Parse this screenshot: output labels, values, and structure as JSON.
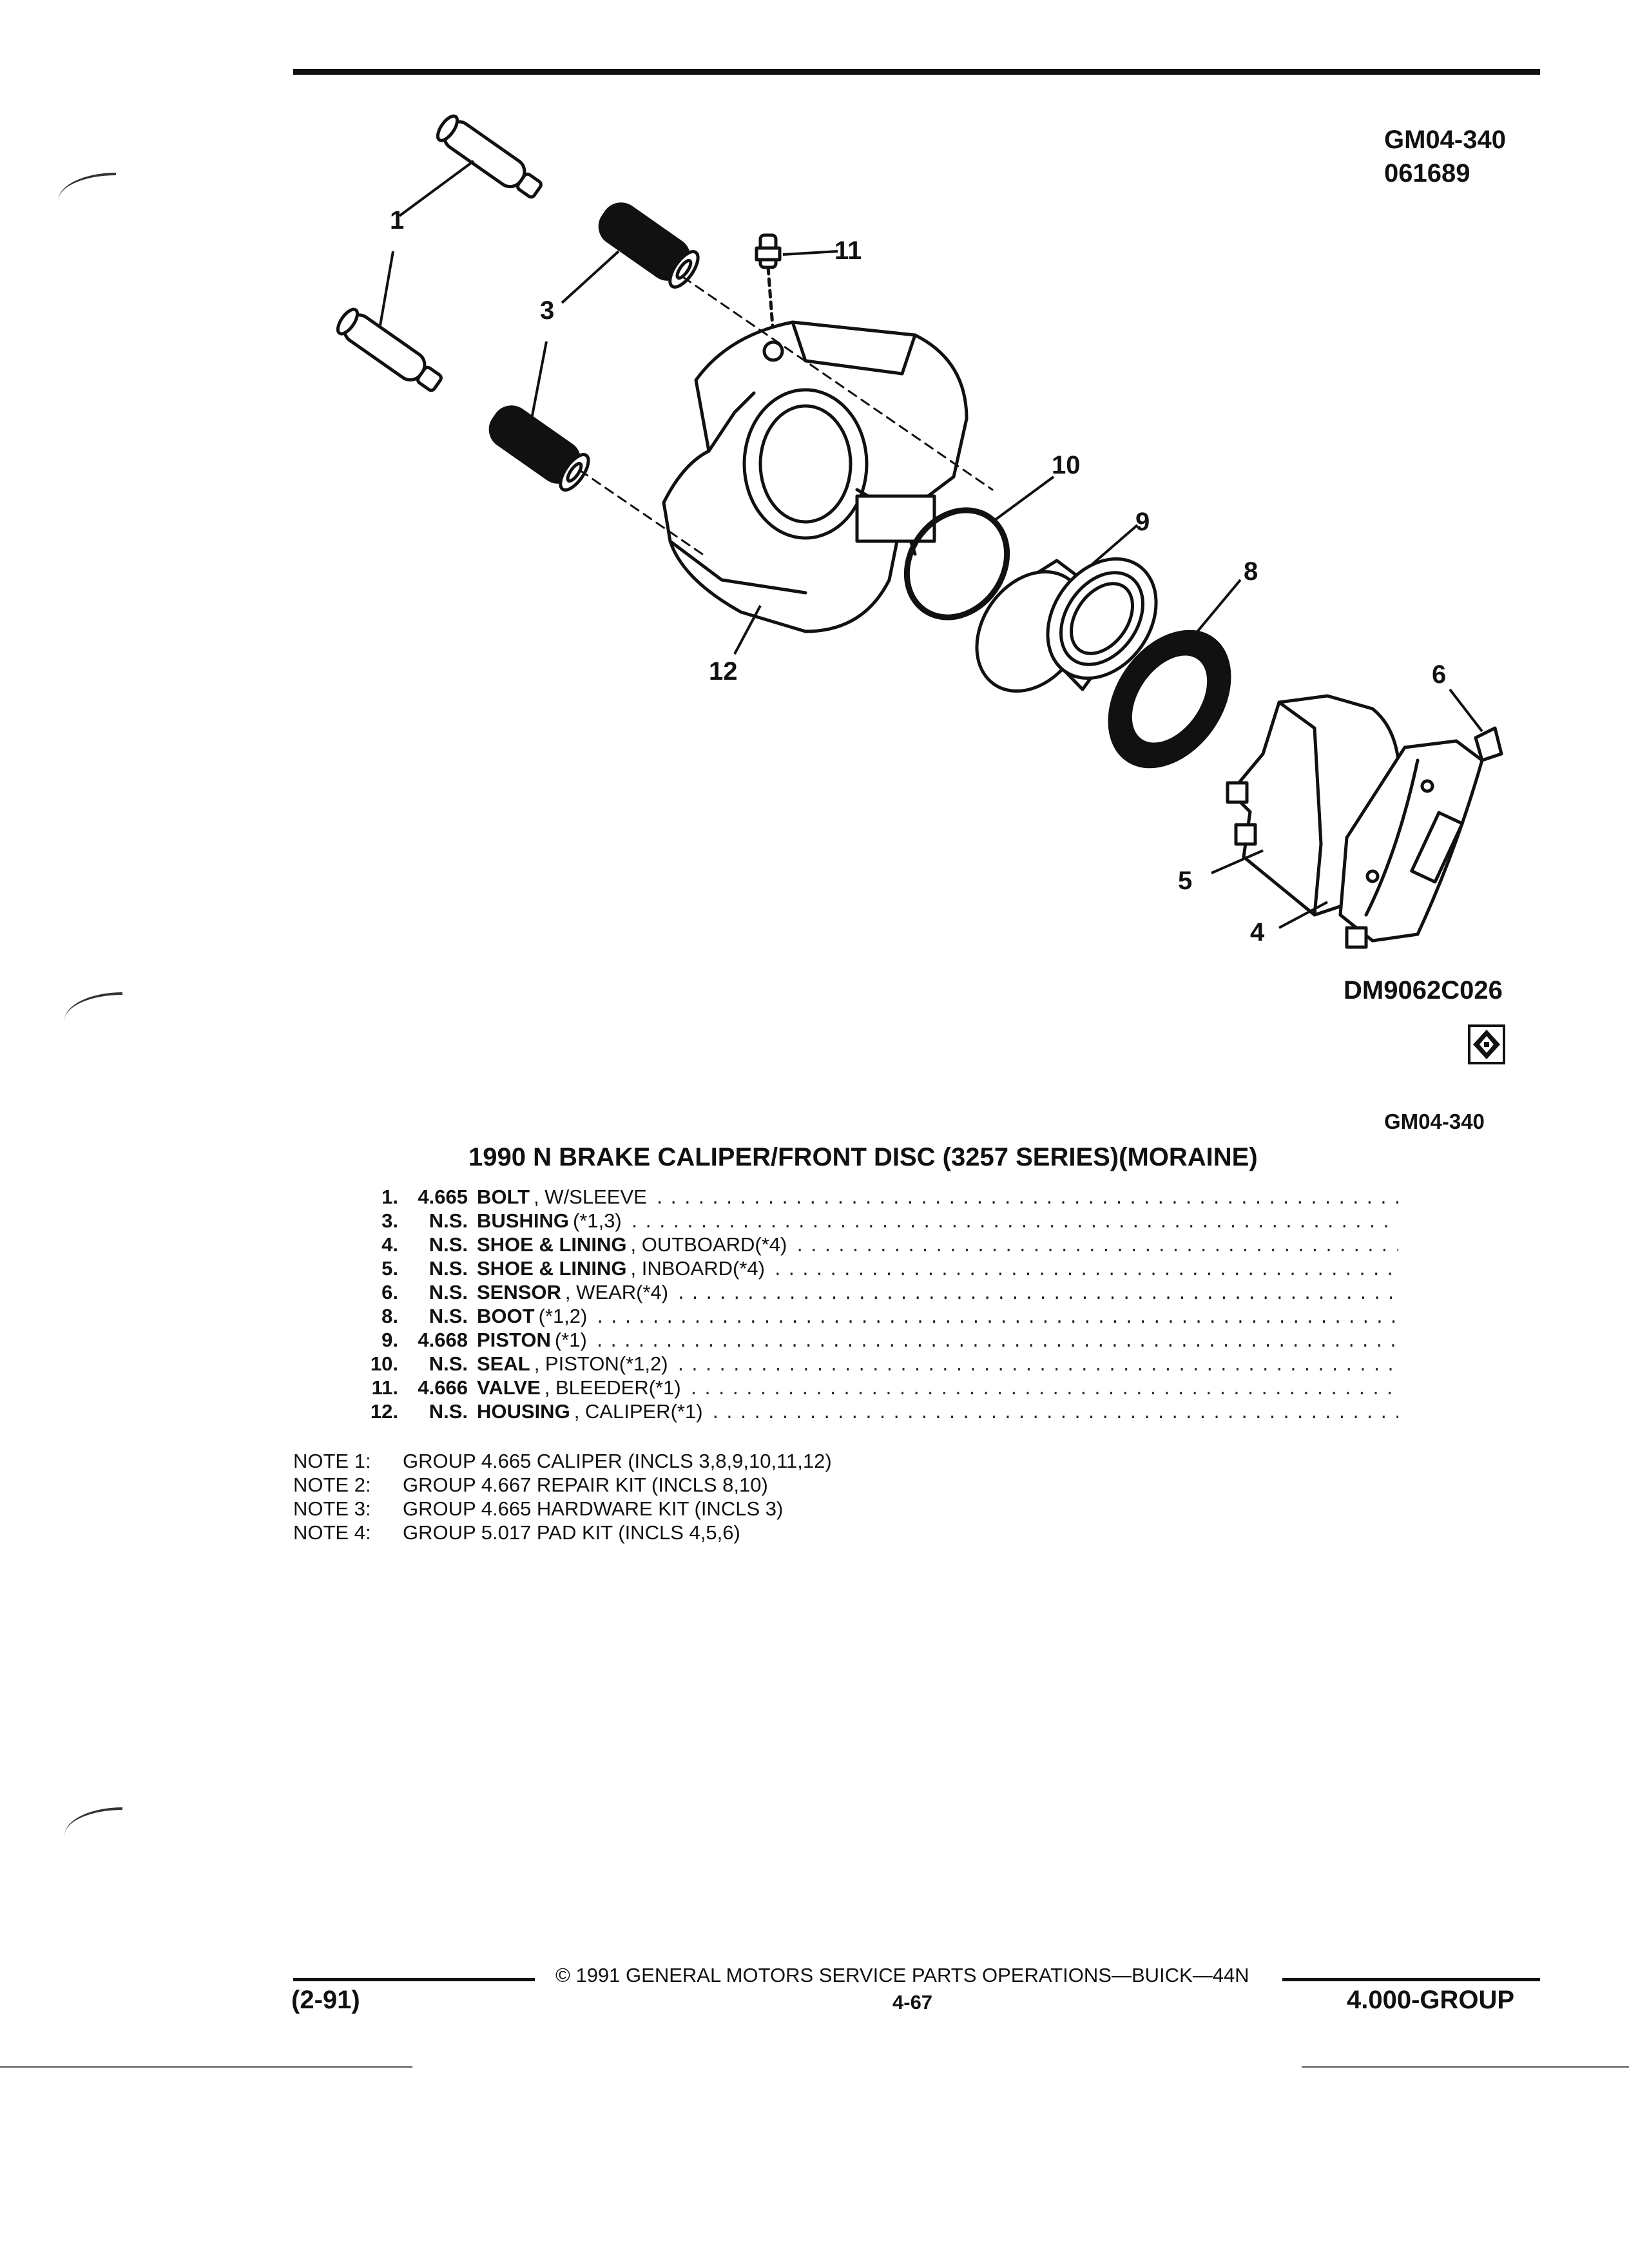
{
  "header": {
    "code": "GM04-340",
    "date": "061689"
  },
  "figure": {
    "callouts": [
      "1",
      "3",
      "11",
      "10",
      "9",
      "8",
      "12",
      "6",
      "5",
      "4"
    ],
    "drawing_id": "DM9062C026",
    "icon": "gm-service-logo-icon",
    "code": "GM04-340"
  },
  "title": "1990 N BRAKE CALIPER/FRONT DISC (3257 SERIES)(MORAINE)",
  "parts": [
    {
      "num": "1.",
      "group": "4.665",
      "name": "BOLT",
      "desc": ", W/SLEEVE"
    },
    {
      "num": "3.",
      "group": "N.S.",
      "name": "BUSHING",
      "desc": "(*1,3)"
    },
    {
      "num": "4.",
      "group": "N.S.",
      "name": "SHOE & LINING",
      "desc": ", OUTBOARD(*4)"
    },
    {
      "num": "5.",
      "group": "N.S.",
      "name": "SHOE & LINING",
      "desc": ", INBOARD(*4)"
    },
    {
      "num": "6.",
      "group": "N.S.",
      "name": "SENSOR",
      "desc": ", WEAR(*4)"
    },
    {
      "num": "8.",
      "group": "N.S.",
      "name": "BOOT",
      "desc": "(*1,2)"
    },
    {
      "num": "9.",
      "group": "4.668",
      "name": "PISTON",
      "desc": "(*1)"
    },
    {
      "num": "10.",
      "group": "N.S.",
      "name": "SEAL",
      "desc": ", PISTON(*1,2)"
    },
    {
      "num": "11.",
      "group": "4.666",
      "name": "VALVE",
      "desc": ", BLEEDER(*1)"
    },
    {
      "num": "12.",
      "group": "N.S.",
      "name": "HOUSING",
      "desc": ", CALIPER(*1)"
    }
  ],
  "notes": [
    {
      "label": "NOTE 1:",
      "text": "GROUP 4.665 CALIPER (INCLS 3,8,9,10,11,12)"
    },
    {
      "label": "NOTE 2:",
      "text": "GROUP 4.667 REPAIR KIT (INCLS 8,10)"
    },
    {
      "label": "NOTE 3:",
      "text": "GROUP 4.665 HARDWARE KIT (INCLS 3)"
    },
    {
      "label": "NOTE 4:",
      "text": "GROUP 5.017 PAD KIT (INCLS 4,5,6)"
    }
  ],
  "footer": {
    "copyright": "© 1991 GENERAL MOTORS SERVICE PARTS OPERATIONS—BUICK—44N",
    "revision": "(2-91)",
    "page": "4-67",
    "group": "4.000-GROUP"
  },
  "dots": "............................................................................................................................"
}
